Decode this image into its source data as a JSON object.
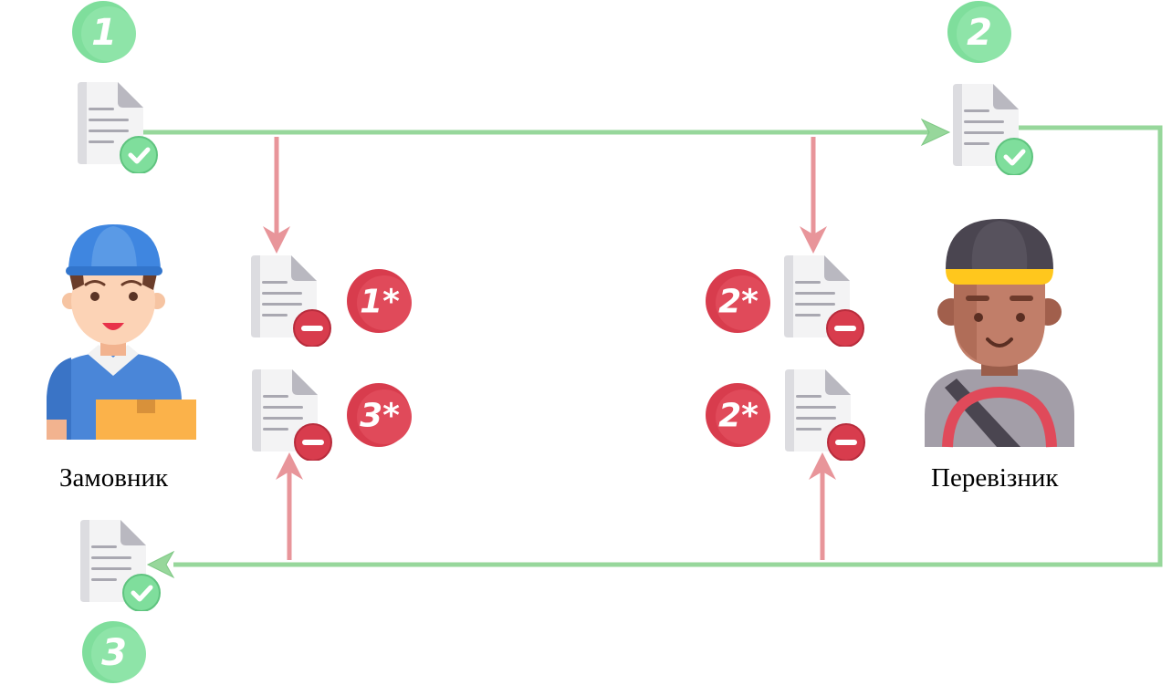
{
  "roles": {
    "customer": "Замовник",
    "carrier": "Перевізник"
  },
  "steps": {
    "s1": "1",
    "s2": "2",
    "s3": "3"
  },
  "rejections": {
    "r1": "1*",
    "r2a": "2*",
    "r2b": "2*",
    "r3": "3*"
  },
  "colors": {
    "accept_flow": "#97d79b",
    "reject_flow": "#e8959a",
    "step_badge": "#7fde9c",
    "reject_badge": "#d83c4d",
    "accent_check": "#7fde9c",
    "accent_minus": "#d83c4d"
  },
  "icons": {
    "accepted_document": "document-check-icon",
    "rejected_document": "document-minus-icon",
    "customer": "courier-with-box-icon",
    "carrier": "driver-with-steering-wheel-icon"
  }
}
